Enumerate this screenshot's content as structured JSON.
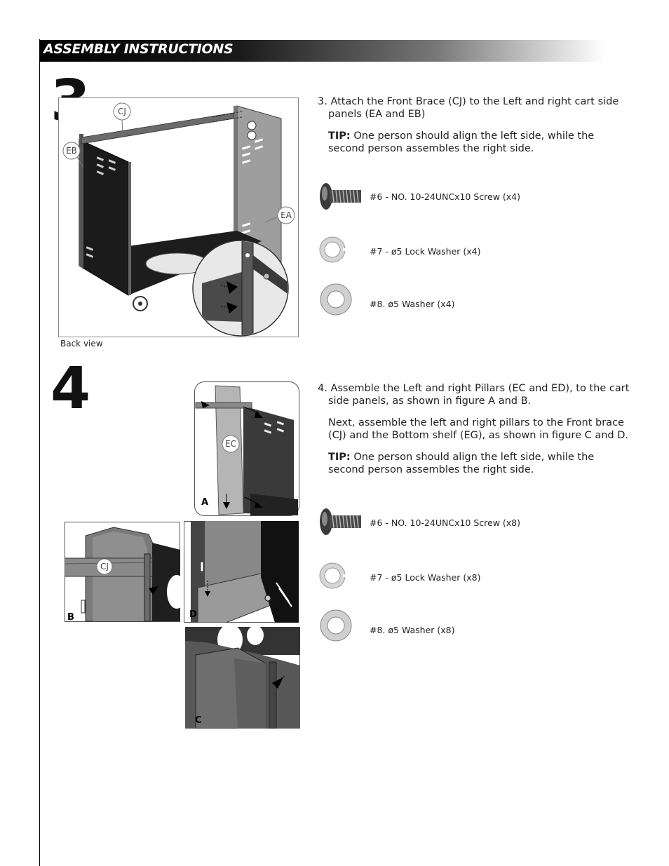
{
  "header": {
    "title": "ASSEMBLY INSTRUCTIONS"
  },
  "step3": {
    "number": "3",
    "callouts": {
      "cj": "CJ",
      "eb": "EB",
      "ea": "EA"
    },
    "figure_caption": "Back view",
    "instruction_lines": [
      "3. Attach the Front Brace (CJ) to the Left and right cart side",
      "panels (EA and EB)"
    ],
    "tip_label": "TIP:",
    "tip_lines": [
      " One person should align the left side, while the",
      "second person assembles the right side."
    ],
    "hardware": [
      {
        "icon": "screw-icon",
        "label": "#6 - NO. 10-24UNCx10 Screw (x4)"
      },
      {
        "icon": "lock-washer-icon",
        "label": "#7 - ø5 Lock Washer (x4)"
      },
      {
        "icon": "washer-icon",
        "label": "#8. ø5 Washer (x4)"
      }
    ]
  },
  "step4": {
    "number": "4",
    "callouts": {
      "ec": "EC",
      "cj": "CJ"
    },
    "figure_labels": {
      "a": "A",
      "b": "B",
      "c": "C",
      "d": "D"
    },
    "instruction_lines": [
      "4. Assemble the Left and right Pillars (EC and ED), to the cart",
      "side panels, as shown in figure A and B."
    ],
    "next_lines": [
      "Next, assemble the left and right pillars to the Front brace",
      "(CJ) and the Bottom shelf (EG), as shown in figure C and D."
    ],
    "tip_label": "TIP:",
    "tip_lines": [
      " One person should align the left side, while the",
      "second person assembles the right side."
    ],
    "hardware": [
      {
        "icon": "screw-icon",
        "label": "#6 - NO. 10-24UNCx10 Screw (x8)"
      },
      {
        "icon": "lock-washer-icon",
        "label": "#7 - ø5 Lock Washer (x8)"
      },
      {
        "icon": "washer-icon",
        "label": "#8. ø5 Washer (x8)"
      }
    ]
  }
}
